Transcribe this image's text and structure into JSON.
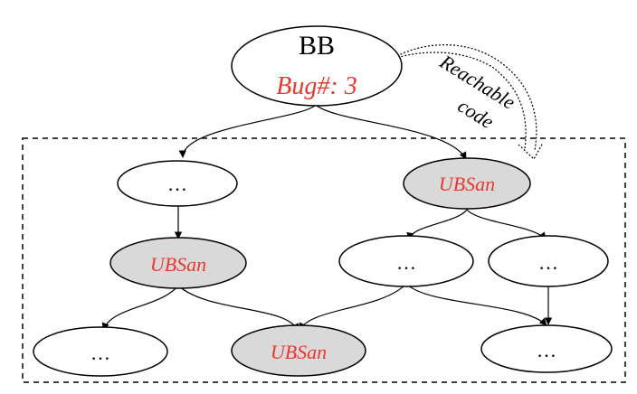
{
  "diagram": {
    "root": {
      "label": "BB",
      "bug_label": "Bug#: 3"
    },
    "annotation": {
      "line1": "Reachable",
      "line2": "code"
    },
    "nodes": {
      "left_top": "…",
      "right_top": "UBSan",
      "left_mid": "UBSan",
      "right_mid_left": "…",
      "right_mid_right": "…",
      "bottom_left": "…",
      "bottom_center": "UBSan",
      "bottom_right": "…"
    },
    "colors": {
      "highlight_fill": "#d9d9d9",
      "bug_text": "#e8392f",
      "line": "#000000"
    }
  }
}
